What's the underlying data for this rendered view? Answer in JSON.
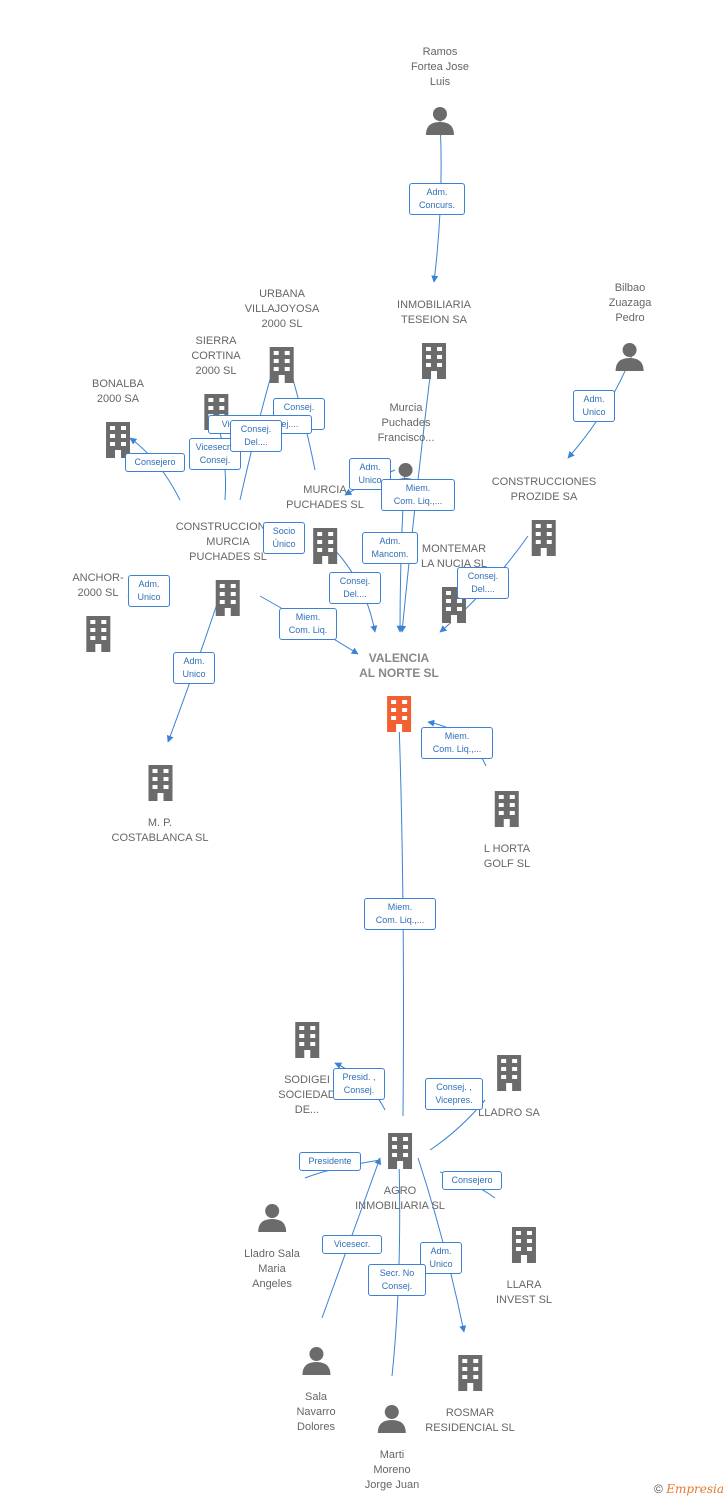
{
  "colors": {
    "building": "#6b6b6b",
    "main_building": "#f06030",
    "edge": "#3b82d4",
    "person": "#6b6b6b"
  },
  "nodes": [
    {
      "id": "ramos",
      "type": "person",
      "label": "Ramos\nFortea Jose\nLuis"
    },
    {
      "id": "teseion",
      "type": "company",
      "label": "INMOBILIARIA\nTESEION SA"
    },
    {
      "id": "bilbao",
      "type": "person",
      "label": "Bilbao\nZuazaga\nPedro"
    },
    {
      "id": "urbana",
      "type": "company",
      "label": "URBANA\nVILLAJOYOSA\n2000 SL"
    },
    {
      "id": "sierra",
      "type": "company",
      "label": "SIERRA\nCORTINA\n2000 SL"
    },
    {
      "id": "bonalba",
      "type": "company",
      "label": "BONALBA\n2000 SA"
    },
    {
      "id": "murciaPF",
      "type": "person",
      "label": "Murcia\nPuchades\nFrancisco..."
    },
    {
      "id": "prozide",
      "type": "company",
      "label": "CONSTRUCCIONES\nPROZIDE SA"
    },
    {
      "id": "murciaPuch",
      "type": "company",
      "label": "MURCIA\nPUCHADES SL"
    },
    {
      "id": "construMP",
      "type": "company",
      "label": "CONSTRUCCIONES\nMURCIA\nPUCHADES SL"
    },
    {
      "id": "montemar",
      "type": "company",
      "label": "MONTEMAR\nLA NUCIA SL"
    },
    {
      "id": "anchor",
      "type": "company",
      "label": "ANCHOR-\n2000 SL"
    },
    {
      "id": "valencia",
      "type": "main",
      "label": "VALENCIA\nAL NORTE SL"
    },
    {
      "id": "mp",
      "type": "company",
      "label": "M.  P.\nCOSTABLANCA SL"
    },
    {
      "id": "lhorta",
      "type": "company",
      "label": "L HORTA\nGOLF  SL"
    },
    {
      "id": "sodigei",
      "type": "company",
      "label": "SODIGEI\nSOCIEDAD\nDE..."
    },
    {
      "id": "lladro",
      "type": "company",
      "label": "LLADRO SA"
    },
    {
      "id": "agro",
      "type": "company",
      "label": "AGRO\nINMOBILIARIA SL"
    },
    {
      "id": "lladroSala",
      "type": "person",
      "label": "Lladro Sala\nMaria\nAngeles"
    },
    {
      "id": "llara",
      "type": "company",
      "label": "LLARA\nINVEST SL"
    },
    {
      "id": "salaNav",
      "type": "person",
      "label": "Sala\nNavarro\nDolores"
    },
    {
      "id": "rosmar",
      "type": "company",
      "label": "ROSMAR\nRESIDENCIAL SL"
    },
    {
      "id": "marti",
      "type": "person",
      "label": "Marti\nMoreno\nJorge Juan"
    }
  ],
  "tags": [
    {
      "id": "t1",
      "text": "Adm.\nConcurs."
    },
    {
      "id": "t2",
      "text": "Adm.\nUnico"
    },
    {
      "id": "t3",
      "text": "Consejero"
    },
    {
      "id": "t4",
      "text": "Consej.\nDel...."
    },
    {
      "id": "t5",
      "text": "Vicesecr.,Consej...."
    },
    {
      "id": "t6",
      "text": "Vicesecr.,\nConsej."
    },
    {
      "id": "t7",
      "text": "Consej.\nDel...."
    },
    {
      "id": "t8",
      "text": "Adm.\nUnico"
    },
    {
      "id": "t9",
      "text": "Miem.\nCom. Liq.,..."
    },
    {
      "id": "t10",
      "text": "Socio\nÚnico"
    },
    {
      "id": "t11",
      "text": "Adm.\nMancom."
    },
    {
      "id": "t12",
      "text": "Consej.\nDel...."
    },
    {
      "id": "t13",
      "text": "Consej.\nDel...."
    },
    {
      "id": "t14",
      "text": "Adm.\nUnico"
    },
    {
      "id": "t15",
      "text": "Miem.\nCom. Liq."
    },
    {
      "id": "t16",
      "text": "Adm.\nUnico"
    },
    {
      "id": "t17",
      "text": "Miem.\nCom. Liq.,..."
    },
    {
      "id": "t18",
      "text": "Miem.\nCom. Liq.,..."
    },
    {
      "id": "t19",
      "text": "Presid. ,\nConsej."
    },
    {
      "id": "t20",
      "text": "Consej. ,\nVicepres."
    },
    {
      "id": "t21",
      "text": "Presidente"
    },
    {
      "id": "t22",
      "text": "Consejero"
    },
    {
      "id": "t23",
      "text": "Vicesecr."
    },
    {
      "id": "t24",
      "text": "Adm.\nUnico"
    },
    {
      "id": "t25",
      "text": "Secr.  No\nConsej."
    }
  ],
  "footer": {
    "copyright": "©",
    "brand": "Empresia"
  }
}
